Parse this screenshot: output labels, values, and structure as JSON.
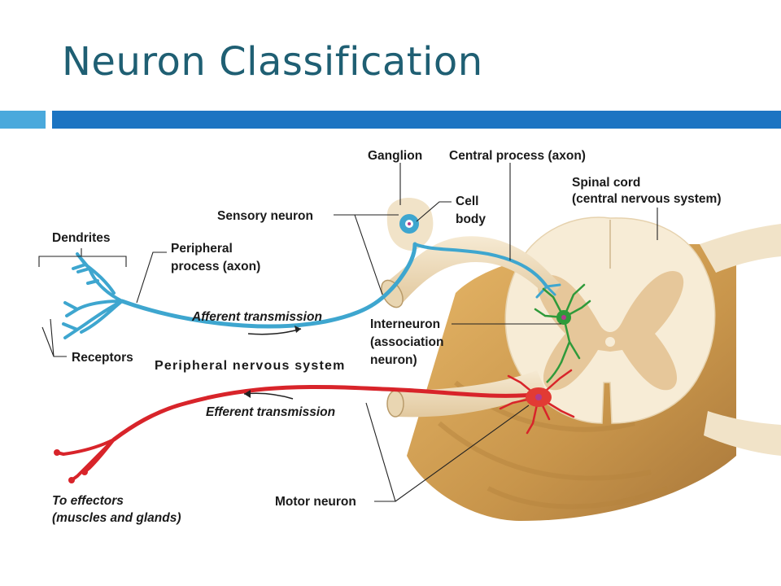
{
  "slide": {
    "title": "Neuron Classification",
    "accent_colors": {
      "title": "#1f5f73",
      "bar_light": "#4aa9dc",
      "bar_dark": "#1c74c2"
    }
  },
  "diagram": {
    "labels": {
      "ganglion": "Ganglion",
      "central_process": "Central process (axon)",
      "spinal_cord_1": "Spinal cord",
      "spinal_cord_2": "(central nervous system)",
      "cell_1": "Cell",
      "cell_2": "body",
      "sensory_neuron": "Sensory neuron",
      "dendrites": "Dendrites",
      "peripheral_1": "Peripheral",
      "peripheral_2": "process (axon)",
      "afferent": "Afferent  transmission",
      "interneuron_1": "Interneuron",
      "interneuron_2": "(association",
      "interneuron_3": "neuron)",
      "receptors": "Receptors",
      "pns": "Peripheral nervous system",
      "efferent": "Efferent  transmission",
      "effectors_1": "To  effectors",
      "effectors_2": "(muscles  and  glands)",
      "motor_neuron": "Motor neuron"
    },
    "colors": {
      "sensory": "#3ea6cf",
      "motor": "#d8242a",
      "interneuron": "#2f9a3a",
      "nerve": "#f1e3c8",
      "gray_matter": "#e6c79a",
      "white_matter": "#f7ecd6",
      "cord_body": "#c99a4e"
    }
  }
}
